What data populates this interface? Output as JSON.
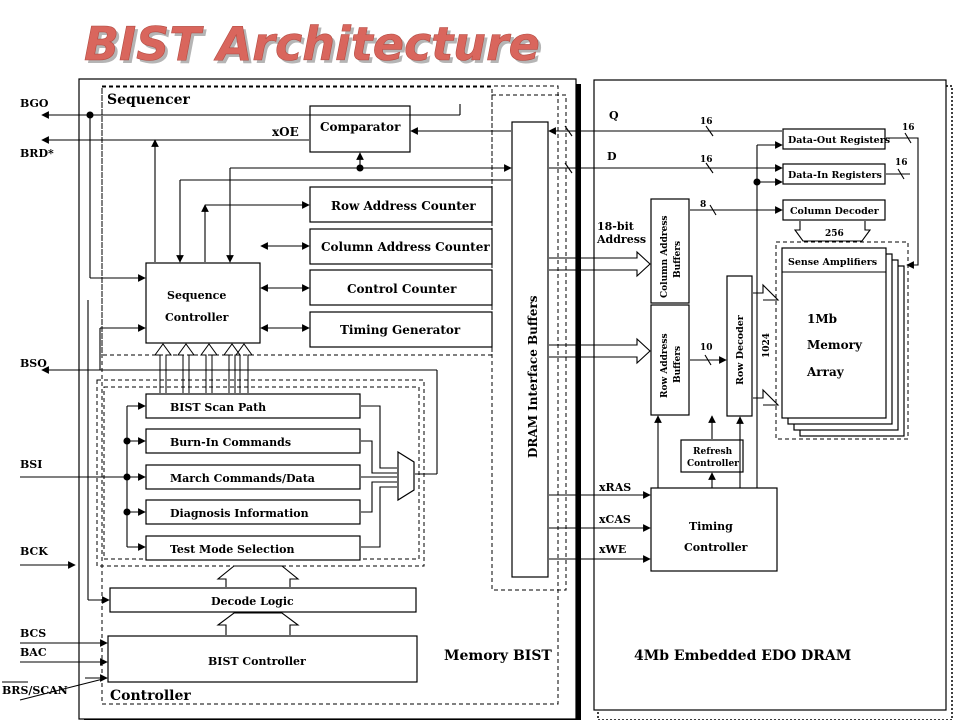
{
  "title": "BIST Architecture",
  "pins": {
    "bgo": "BGO",
    "brd": "BRD*",
    "bso": "BSO",
    "bsi": "BSI",
    "bck": "BCK",
    "bcs": "BCS",
    "bac": "BAC",
    "brs_scan": "BRS/SCAN"
  },
  "memory_bist": {
    "label": "Memory BIST",
    "sequencer": {
      "label": "Sequencer",
      "comparator": "Comparator",
      "xoe": "xOE",
      "row_address_counter": "Row Address  Counter",
      "column_address_counter": "Column Address Counter",
      "control_counter": "Control Counter",
      "timing_generator": "Timing Generator",
      "sequence_controller_line1": "Sequence",
      "sequence_controller_line2": "Controller"
    },
    "scan": {
      "bist_scan_path": "BIST Scan Path",
      "burn_in_commands": "Burn-In Commands",
      "march_commands": "March Commands/Data",
      "diagnosis_information": "Diagnosis Information",
      "test_mode_selection": "Test Mode Selection"
    },
    "decode_logic": "Decode Logic",
    "controller": {
      "label": "Controller",
      "bist_controller": "BIST Controller"
    },
    "dram_interface_buffers": "DRAM    Interface    Buffers"
  },
  "dram": {
    "label": "4Mb    Embedded   EDO  DRAM",
    "q": "Q",
    "d": "D",
    "address_bits": "18-bit",
    "address": "Address",
    "data_out_registers": "Data-Out Registers",
    "data_in_registers": "Data-In Registers",
    "column_decoder": "Column Decoder",
    "sense_amplifiers": "Sense Amplifiers",
    "memory_line1": "1Mb",
    "memory_line2": "Memory",
    "memory_line3": "Array",
    "column_address_buffers_line1": "Column Address",
    "column_address_buffers_line2": "Buffers",
    "row_address_buffers_line1": "Row Address",
    "row_address_buffers_line2": "Buffers",
    "row_decoder": "Row Decoder",
    "refresh_controller_line1": "Refresh",
    "refresh_controller_line2": "Controller",
    "timing_controller_line1": "Timing",
    "timing_controller_line2": "Controller",
    "xras": "xRAS",
    "xcas": "xCAS",
    "xwe": "xWE",
    "bus_16_q": "16",
    "bus_16_d": "16",
    "bus_16_dout": "16",
    "bus_16_din": "16",
    "bus_8": "8",
    "bus_256": "256",
    "bus_10": "10",
    "bus_1024": "1024"
  }
}
